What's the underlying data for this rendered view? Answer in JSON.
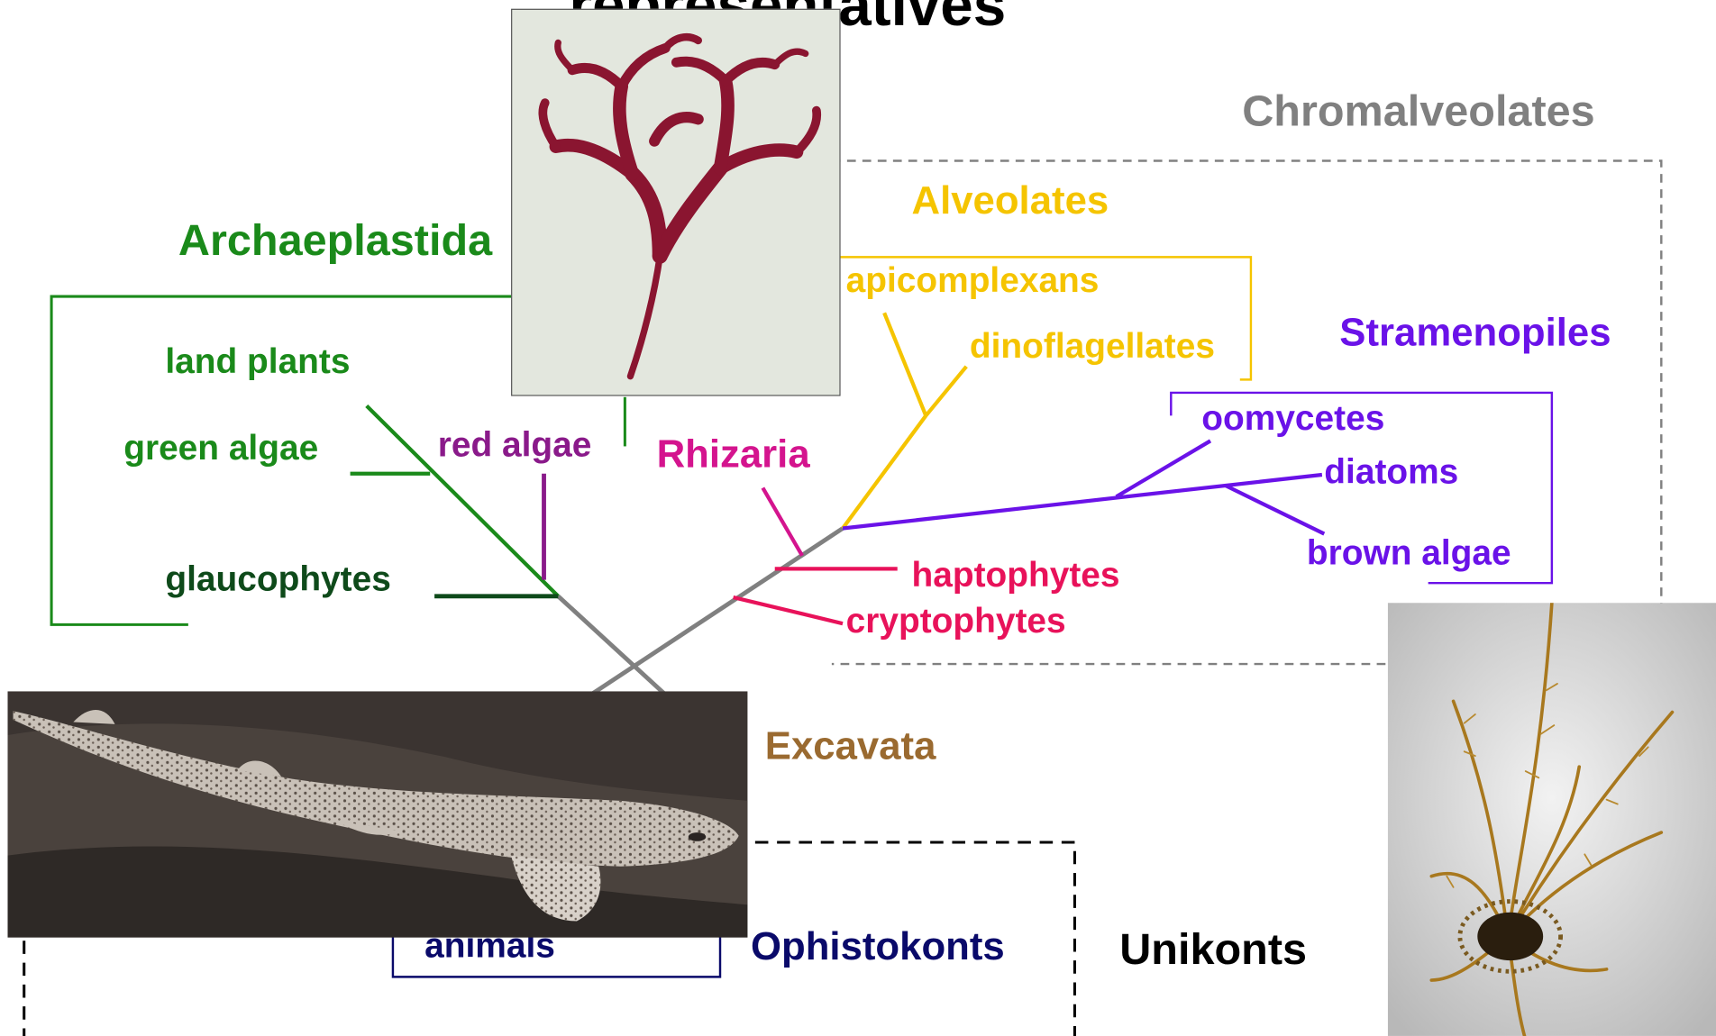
{
  "title": "representatives",
  "supergroups": {
    "chromalveolates": "Chromalveolates",
    "alveolates": "Alveolates",
    "stramenopiles": "Stramenopiles",
    "archaeplastida": "Archaeplastida",
    "rhizaria": "Rhizaria",
    "excavata": "Excavata",
    "ophistokonts": "Ophistokonts",
    "unikonts": "Unikonts"
  },
  "taxa": {
    "apicomplexans": "apicomplexans",
    "dinoflagellates": "dinoflagellates",
    "oomycetes": "oomycetes",
    "diatoms": "diatoms",
    "brown_algae": "brown algae",
    "land_plants": "land plants",
    "green_algae": "green algae",
    "red_algae": "red algae",
    "glaucophytes": "glaucophytes",
    "haptophytes": "haptophytes",
    "cryptophytes": "cryptophytes",
    "animals": "animals"
  },
  "colors": {
    "chromalveolates": "#808080",
    "alveolates": "#f5c400",
    "stramenopiles": "#6a12e8",
    "archaeplastida": "#1a8a1a",
    "glaucophytes": "#0e4a1a",
    "red_algae": "#8a1a8a",
    "rhizaria": "#d4148e",
    "hapto_crypto": "#e8125a",
    "excavata": "#9a6a30",
    "ophistokonts": "#0a0a6a",
    "unikonts": "#000000",
    "trunk": "#808080"
  },
  "photos": {
    "red_alga": "red-alga-photo",
    "shark": "dogfish-shark-photo",
    "brown_alga": "brown-alga-photo"
  }
}
